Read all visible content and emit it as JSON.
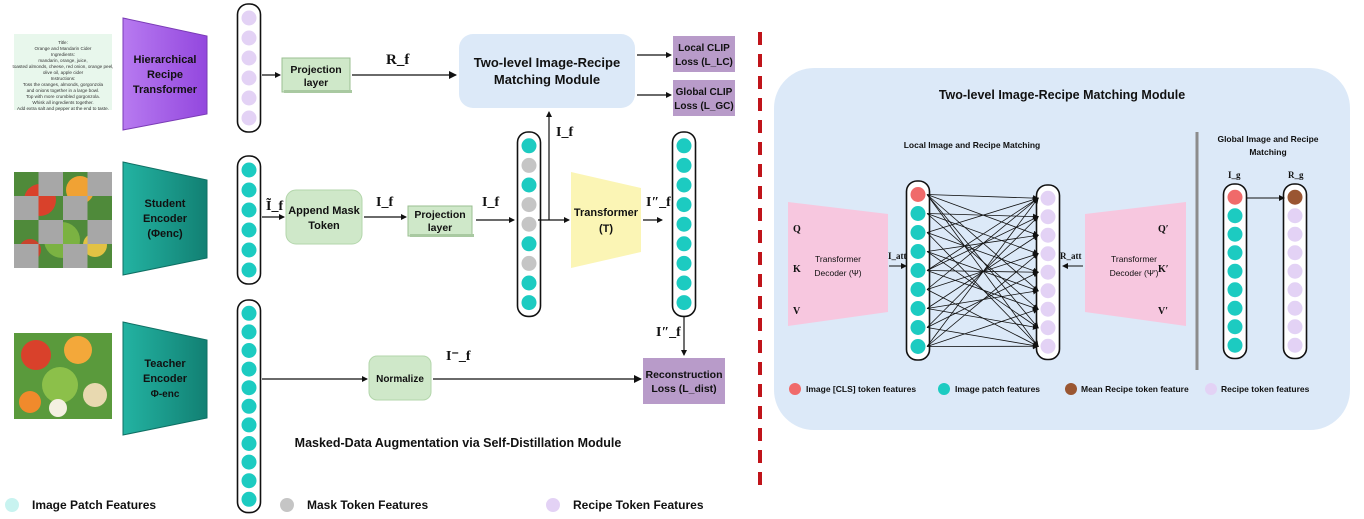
{
  "colors": {
    "patch": "#1ccbc1",
    "mask": "#c5c5c5",
    "recipe": "#e3d2f5",
    "cls": "#f06a6a",
    "mean_recipe": "#9a5632",
    "encoder": "#1a9e8f",
    "hrt": "#a45ee6",
    "loss_box": "#b89bc9",
    "green_box": "#cfe8c9",
    "transformer_yellow": "#fbf5b5",
    "matching_panel": "#dce9f8",
    "divider": "#c0141a",
    "pink_decoder": "#f7c7df"
  },
  "left": {
    "hrt_label": [
      "Hierarchical",
      "Recipe",
      "Transformer"
    ],
    "student_label": [
      "Student",
      "Encoder",
      "(Φenc)"
    ],
    "teacher_label": [
      "Teacher",
      "Encoder",
      "Φ-enc"
    ],
    "projection_top": [
      "Projection",
      "layer"
    ],
    "projection_mid": [
      "Projection",
      "layer"
    ],
    "append_mask": [
      "Append Mask",
      "Token"
    ],
    "transformer": [
      "Transformer",
      "(T)"
    ],
    "normalize": "Normalize",
    "matching_module": [
      "Two-level Image-Recipe",
      "Matching Module"
    ],
    "local_loss": [
      "Local CLIP",
      "Loss (L_LC)"
    ],
    "global_loss": [
      "Global CLIP",
      "Loss (L_GC)"
    ],
    "recon_loss": [
      "Reconstruction",
      "Loss (L_dist)"
    ],
    "mda_caption": "Masked-Data Augmentation via Self-Distillation Module",
    "symbols": {
      "Rf": "R_f",
      "If_tilde": "Ĩ_f",
      "If": "I_f",
      "If_pp": "I″_f",
      "If_bar": "I⁻_f"
    },
    "recipe_thumb_text": [
      "Title:",
      "Orange and Mandarin Cider",
      "Ingredients:",
      "mandarin, orange, juice,",
      "toasted almonds, cheese, red onion, orange peel,",
      "olive oil, apple cider",
      "Instructions:",
      "Toss the oranges, almonds, gorgonzola",
      "and onions together in a large bowl.",
      "Top with more crumbled gorgonzola.",
      "Whisk all ingredients together.",
      "Add extra salt and pepper at the end to taste."
    ]
  },
  "legend": {
    "items": [
      "Image Patch Features",
      "Mask Token Features",
      "Recipe Token Features"
    ]
  },
  "right": {
    "title": "Two-level Image-Recipe Matching Module",
    "local_title": "Local Image and Recipe Matching",
    "global_title": [
      "Global Image and Recipe",
      "Matching"
    ],
    "decoder_left": [
      "Transformer",
      "Decoder (Ψ)"
    ],
    "decoder_right": [
      "Transformer",
      "Decoder (Ψ′)"
    ],
    "qkv_left": [
      "Q",
      "K",
      "V"
    ],
    "qkv_right": [
      "Q′",
      "K′",
      "V′"
    ],
    "I_att": "I_att",
    "R_att": "R_att",
    "I_g": "I_g",
    "R_g": "R_g",
    "legend": [
      "Image [CLS] token features",
      "Image patch features",
      "Mean Recipe token feature",
      "Recipe token features"
    ]
  }
}
